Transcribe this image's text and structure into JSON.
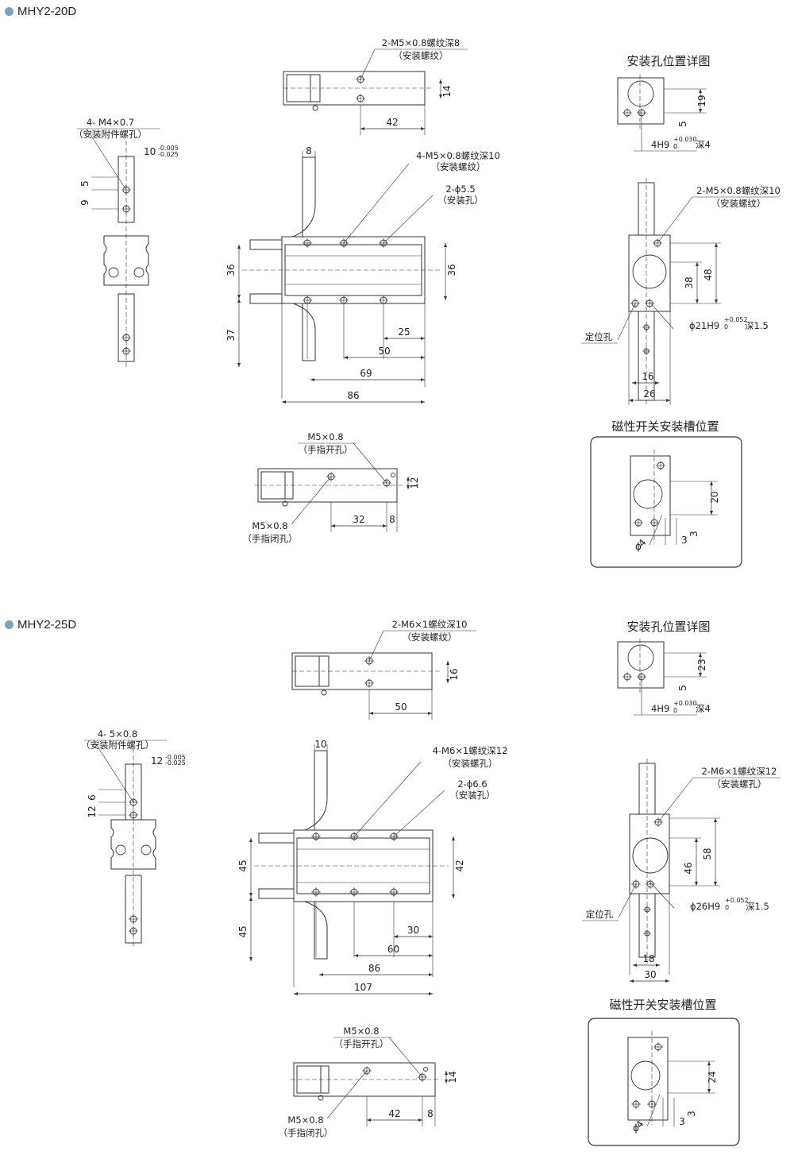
{
  "sections": [
    {
      "model": "MHY2-20D",
      "top_view": {
        "callout": "2-M5×0.8螺纹深8",
        "callout_sub": "（安装螺纹）",
        "dim_h": "14",
        "dim_w": "42"
      },
      "left_view": {
        "callout": "4- M4×0.7",
        "callout_sub": "（安装附件螺孔）",
        "tol_base": "10",
        "tol_upper": "-0.005",
        "tol_lower": "-0.025",
        "dim_a": "5",
        "dim_b": "9"
      },
      "front_view": {
        "dim_top": "8",
        "callout1": "4-M5×0.8螺纹深10",
        "callout1_sub": "（安装螺纹）",
        "callout2": "2-ϕ5.5",
        "callout2_sub": "（安装孔）",
        "dim_left1": "36",
        "dim_left2": "37",
        "dim_right": "36",
        "dim_b1": "25",
        "dim_b2": "50",
        "dim_b3": "69",
        "dim_b4": "86"
      },
      "finger_view": {
        "open_label": "M5×0.8",
        "open_sub": "（手指开孔）",
        "close_label": "M5×0.8",
        "close_sub": "（手指闭孔）",
        "dim_h": "12",
        "dim_w1": "32",
        "dim_w2": "8"
      },
      "detail": {
        "title": "安装孔位置详图",
        "dim_a": "19",
        "dim_b": "5",
        "hole": "4H9",
        "hole_tol": "+0.030",
        "hole_tol0": "0",
        "hole_depth": "深4"
      },
      "side_view": {
        "callout": "2-M5×0.8螺纹深10",
        "callout_sub": "（安装螺纹）",
        "dim_a": "38",
        "dim_b": "48",
        "bore": "ϕ21H9",
        "bore_tol": "+0.052",
        "bore_tol0": "0",
        "bore_depth": "深1.5",
        "locate": "定位孔",
        "dim_w1": "16",
        "dim_w2": "26"
      },
      "switch": {
        "title": "磁性开关安装槽位置",
        "dim_a": "20",
        "dim_b": "3",
        "dim_c": "3",
        "dim_d": "4"
      }
    },
    {
      "model": "MHY2-25D",
      "top_view": {
        "callout": "2-M6×1螺纹深10",
        "callout_sub": "（安装螺纹）",
        "dim_h": "16",
        "dim_w": "50"
      },
      "left_view": {
        "callout": "4- 5×0.8",
        "callout_sub": "（安装附件螺孔）",
        "tol_base": "12",
        "tol_upper": "-0.005",
        "tol_lower": "-0.025",
        "dim_a": "6",
        "dim_b": "12"
      },
      "front_view": {
        "dim_top": "10",
        "callout1": "4-M6×1螺纹深12",
        "callout1_sub": "（安装螺孔）",
        "callout2": "2-ϕ6.6",
        "callout2_sub": "（安装孔）",
        "dim_left1": "45",
        "dim_left2": "45",
        "dim_right": "42",
        "dim_b1": "30",
        "dim_b2": "60",
        "dim_b3": "86",
        "dim_b4": "107"
      },
      "finger_view": {
        "open_label": "M5×0.8",
        "open_sub": "（手指开孔）",
        "close_label": "M5×0.8",
        "close_sub": "（手指闭孔）",
        "dim_h": "14",
        "dim_w1": "42",
        "dim_w2": "8"
      },
      "detail": {
        "title": "安装孔位置详图",
        "dim_a": "23",
        "dim_b": "5",
        "hole": "4H9",
        "hole_tol": "+0.030",
        "hole_tol0": "0",
        "hole_depth": "深4"
      },
      "side_view": {
        "callout": "2-M6×1螺纹深12",
        "callout_sub": "（安装螺孔）",
        "dim_a": "46",
        "dim_b": "58",
        "bore": "ϕ26H9",
        "bore_tol": "+0.052",
        "bore_tol0": "0",
        "bore_depth": "深1.5",
        "locate": "定位孔",
        "dim_w1": "18",
        "dim_w2": "30"
      },
      "switch": {
        "title": "磁性开关安装槽位置",
        "dim_a": "24",
        "dim_b": "3",
        "dim_c": "3",
        "dim_d": "4"
      }
    }
  ],
  "colors": {
    "line": "#333333",
    "bullet": "#7fa0b8"
  }
}
